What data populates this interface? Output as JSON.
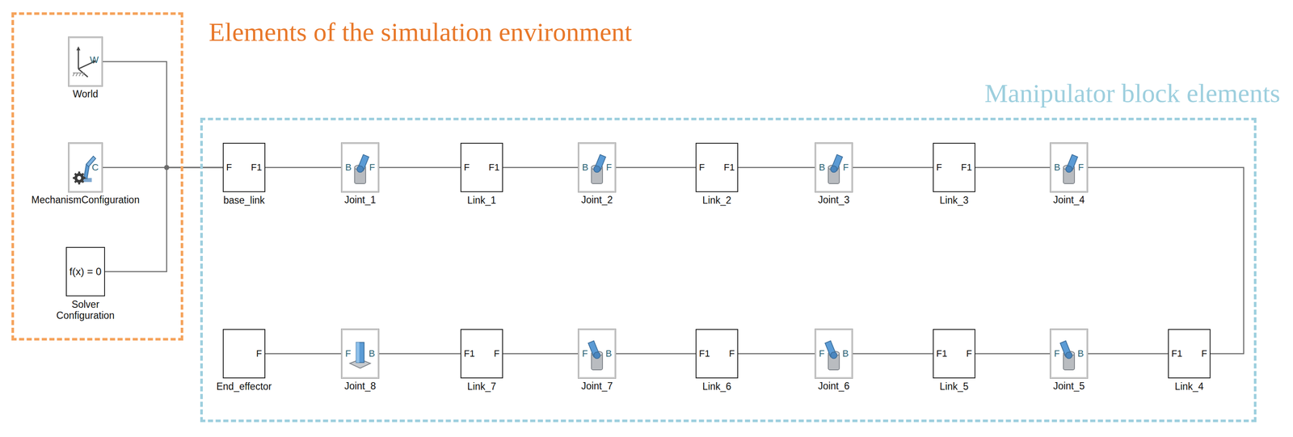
{
  "diagram": {
    "nodes": [
      {
        "text": [
          "Elements of the simulation environment"
        ]
      },
      {
        "text": [
          "Manipulator block elements"
        ]
      },
      {
        "text": [
          "W",
          "World"
        ],
        "in": 0
      },
      {
        "text": [
          "C",
          "MechanismConfiguration"
        ],
        "in": 0
      },
      {
        "text": [
          "f(x) = 0",
          "Solver Configuration"
        ],
        "in": 0
      },
      {
        "text": [
          "F",
          "F1",
          "base_link"
        ],
        "in": 1
      },
      {
        "text": [
          "B",
          "F",
          "Joint_1"
        ],
        "in": 1
      },
      {
        "text": [
          "F",
          "F1",
          "Link_1"
        ],
        "in": 1
      },
      {
        "text": [
          "B",
          "F",
          "Joint_2"
        ],
        "in": 1
      },
      {
        "text": [
          "F",
          "F1",
          "Link_2"
        ],
        "in": 1
      },
      {
        "text": [
          "B",
          "F",
          "Joint_3"
        ],
        "in": 1
      },
      {
        "text": [
          "F",
          "F1",
          "Link_3"
        ],
        "in": 1
      },
      {
        "text": [
          "B",
          "F",
          "Joint_4"
        ],
        "in": 1
      },
      {
        "text": [
          "F1",
          "F",
          "Link_4"
        ],
        "in": 1
      },
      {
        "text": [
          "F",
          "B",
          "Joint_5"
        ],
        "in": 1
      },
      {
        "text": [
          "F1",
          "F",
          "Link_5"
        ],
        "in": 1
      },
      {
        "text": [
          "F",
          "B",
          "Joint_6"
        ],
        "in": 1
      },
      {
        "text": [
          "F1",
          "F",
          "Link_6"
        ],
        "in": 1
      },
      {
        "text": [
          "F",
          "B",
          "Joint_7"
        ],
        "in": 1
      },
      {
        "text": [
          "F1",
          "F",
          "Link_7"
        ],
        "in": 1
      },
      {
        "text": [
          "F",
          "B",
          "Joint_8"
        ],
        "in": 1
      },
      {
        "text": [
          "F",
          "End_effector"
        ],
        "in": 1
      }
    ],
    "edges": [
      {
        "from": 2,
        "to": 5,
        "arrow": "none"
      },
      {
        "from": 3,
        "to": 5,
        "arrow": "none"
      },
      {
        "from": 4,
        "to": 5,
        "arrow": "none"
      },
      {
        "from": 5,
        "to": 6,
        "arrow": "none"
      },
      {
        "from": 6,
        "to": 7,
        "arrow": "none"
      },
      {
        "from": 7,
        "to": 8,
        "arrow": "none"
      },
      {
        "from": 8,
        "to": 9,
        "arrow": "none"
      },
      {
        "from": 9,
        "to": 10,
        "arrow": "none"
      },
      {
        "from": 10,
        "to": 11,
        "arrow": "none"
      },
      {
        "from": 11,
        "to": 12,
        "arrow": "none"
      },
      {
        "from": 12,
        "to": 13,
        "arrow": "none"
      },
      {
        "from": 13,
        "to": 14,
        "arrow": "none"
      },
      {
        "from": 14,
        "to": 15,
        "arrow": "none"
      },
      {
        "from": 15,
        "to": 16,
        "arrow": "none"
      },
      {
        "from": 16,
        "to": 17,
        "arrow": "none"
      },
      {
        "from": 17,
        "to": 18,
        "arrow": "none"
      },
      {
        "from": 18,
        "to": 19,
        "arrow": "none"
      },
      {
        "from": 19,
        "to": 20,
        "arrow": "none"
      },
      {
        "from": 20,
        "to": 21,
        "arrow": "none"
      }
    ]
  }
}
